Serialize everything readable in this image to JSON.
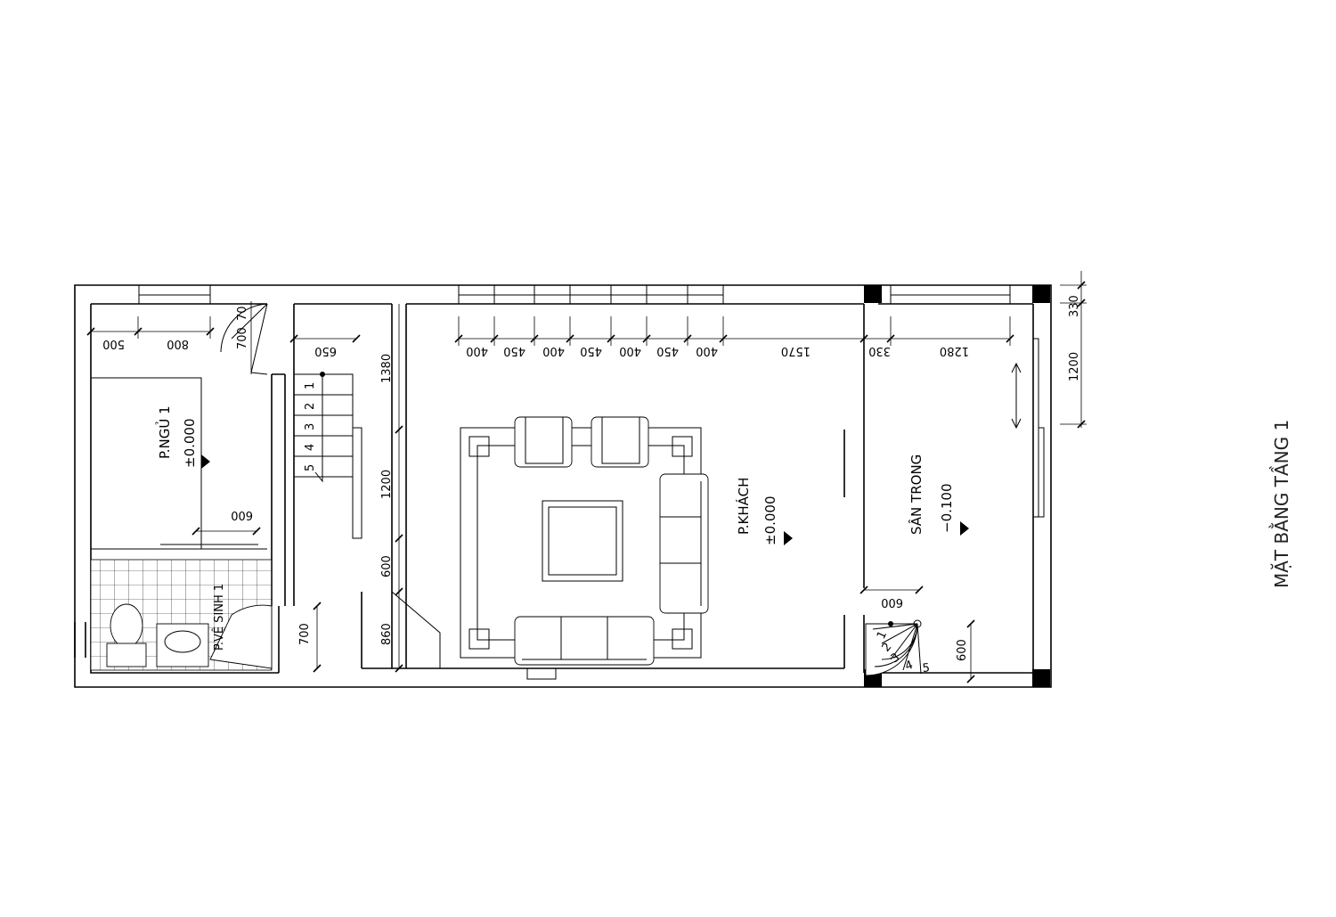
{
  "title": "MẶT BẰNG TẦNG 1",
  "rooms": {
    "bedroom": {
      "name": "P.NGỦ 1",
      "level": "±0.000"
    },
    "wc": {
      "name": "P.VỆ SINH 1"
    },
    "living": {
      "name": "P.KHÁCH",
      "level": "±0.000"
    },
    "yard": {
      "name": "SÂN TRONG",
      "level": "−0.100"
    }
  },
  "stair_main": [
    "1",
    "2",
    "3",
    "4",
    "5"
  ],
  "stair_spiral": [
    "1",
    "2",
    "3",
    "4",
    "5"
  ],
  "dims": {
    "top": [
      "500",
      "800",
      "650",
      "400",
      "450",
      "400",
      "450",
      "400",
      "450",
      "400",
      "1570",
      "330",
      "1280"
    ],
    "door_bedroom": [
      "700",
      "70"
    ],
    "mid": [
      "1380",
      "1200",
      "600",
      "860"
    ],
    "bedroom_door_w": "600",
    "stair_bottom": "700",
    "yard_stair": [
      "600",
      "600"
    ],
    "right": [
      "330",
      "1200"
    ]
  }
}
